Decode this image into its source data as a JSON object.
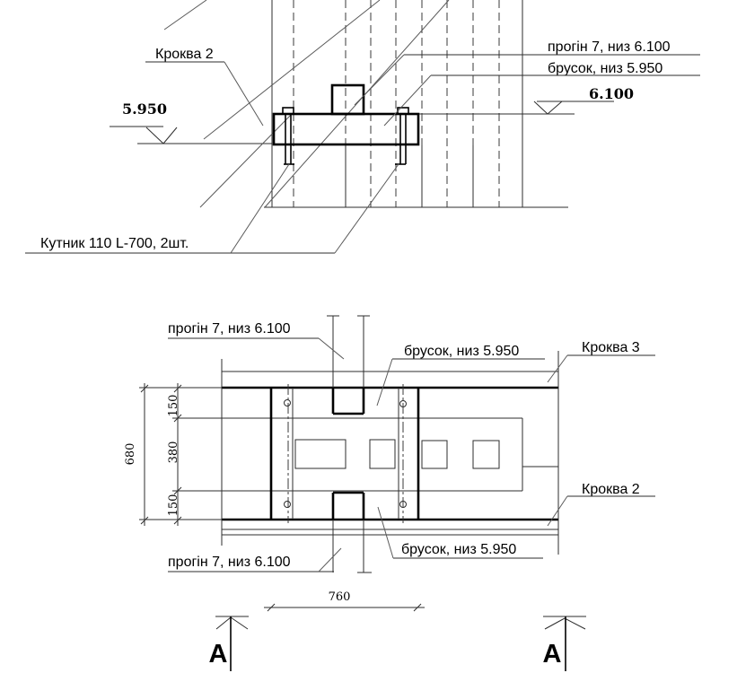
{
  "drawing_type": "timber roof joint detail",
  "colors": {
    "background": "#ffffff",
    "main_line": "#000000",
    "thin_line": "#2e2e2e",
    "leader_line": "#5a5a5a",
    "text": "#000000"
  },
  "elevation": {
    "label_krokva2": "Кроква 2",
    "label_progin": "прогін 7, низ 6.100",
    "label_brusok": "брусок, низ 5.950",
    "label_kutnyk": "Кутник 110 L-700, 2шт.",
    "datum_left": "5.950",
    "datum_right": "6.100"
  },
  "plan": {
    "label_progin_top": "прогін 7, низ 6.100",
    "label_brusok_top": "брусок, низ 5.950",
    "label_krokva3": "Кроква 3",
    "label_krokva2": "Кроква 2",
    "label_brusok_bottom": "брусок, низ 5.950",
    "label_progin_bottom": "прогін 7, низ 6.100",
    "dim_150_top": "150",
    "dim_380": "380",
    "dim_150_bottom": "150",
    "dim_680": "680",
    "dim_760": "760",
    "section_label_left": "А",
    "section_label_right": "А"
  }
}
